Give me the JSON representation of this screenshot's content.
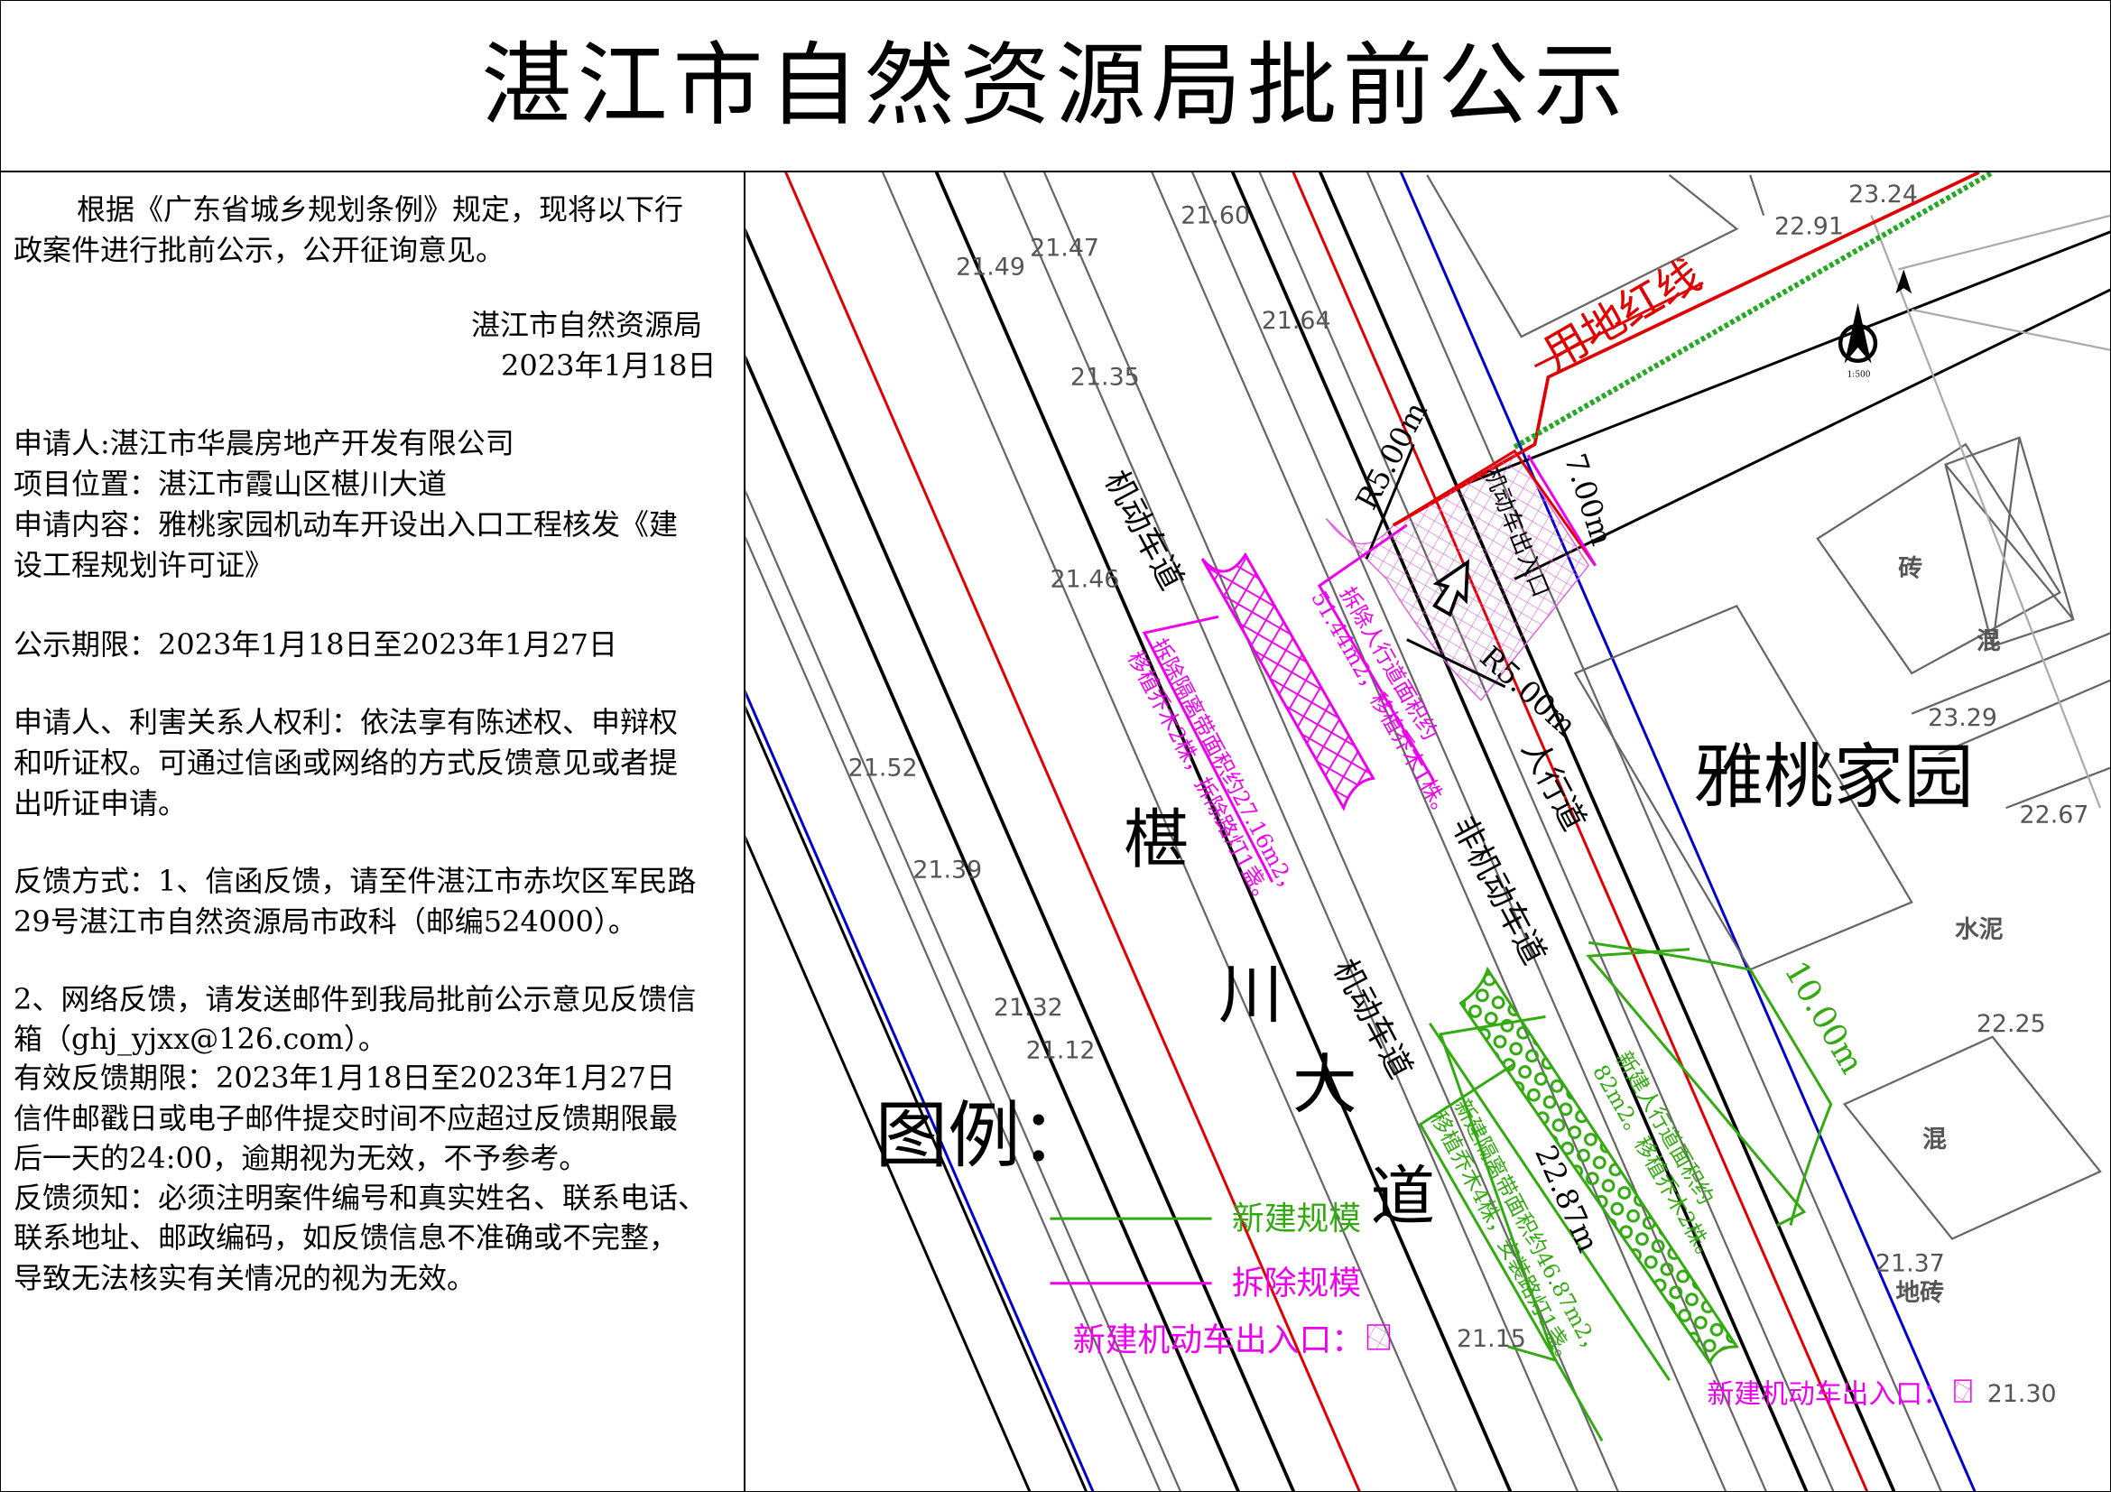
{
  "title": "湛江市自然资源局批前公示",
  "notice": {
    "lines": [
      "根据《广东省城乡规划条例》规定，现将以下行",
      "政案件进行批前公示，公开征询意见。",
      "湛江市自然资源局",
      "2023年1月18日",
      "申请人:湛江市华晨房地产开发有限公司",
      "项目位置：湛江市霞山区椹川大道",
      "申请内容：雅桃家园机动车开设出入口工程核发《建",
      "设工程规划许可证》",
      "公示期限：2023年1月18日至2023年1月27日",
      "申请人、利害关系人权利：依法享有陈述权、申辩权",
      "和听证权。可通过信函或网络的方式反馈意见或者提",
      "出听证申请。",
      "反馈方式：1、信函反馈，请至件湛江市赤坎区军民路",
      "29号湛江市自然资源局市政科（邮编524000）。",
      "2、网络反馈，请发送邮件到我局批前公示意见反馈信",
      "箱（ghj_yjxx@126.com）。",
      "有效反馈期限：2023年1月18日至2023年1月27日",
      "信件邮戳日或电子邮件提交时间不应超过反馈期限最",
      "后一天的24:00，逾期视为无效，不予参考。",
      "反馈须知：必须注明案件编号和真实姓名、联系电话、",
      "联系地址、邮政编码，如反馈信息不准确或不完整，",
      "导致无法核实有关情况的视为无效。"
    ]
  },
  "map": {
    "road_name": [
      "椹",
      "川",
      "大",
      "道"
    ],
    "lane_motor": "机动车道",
    "lane_nonmotor": "非机动车道",
    "sidewalk": "人行道",
    "entrance_label": "机动车出入口",
    "estate": "雅桃家园",
    "land_red_line": "用地红线",
    "radius_1": "R5.00m",
    "radius_2": "R5.00m",
    "width_entrance": "7.00m",
    "width_green": "10.00m",
    "length_median": "22.87m",
    "demolish_sidewalk": [
      "拆除人行道面积约",
      "51.44m2，移植乔木1株。"
    ],
    "demolish_median": [
      "拆除隔离带面积约27.16m2，",
      "移植乔木2株，拆除路灯1盏。"
    ],
    "new_median": [
      "新建隔离带面积约46.87m2，",
      "移植乔木4株，安装路灯1盏。"
    ],
    "new_sidewalk": [
      "新建人行道面积约",
      "82m2。移植乔木2株。"
    ],
    "new_entrance_note": "新建机动车出入口：",
    "elevations": [
      "21.60",
      "21.47",
      "21.49",
      "21.64",
      "21.35",
      "21.46",
      "21.52",
      "21.39",
      "21.32",
      "21.12",
      "21.15",
      "23.24",
      "22.91",
      "23.29",
      "22.67",
      "22.25",
      "21.37",
      "21.30"
    ],
    "materials": [
      "砖",
      "混",
      "水泥",
      "混",
      "地砖"
    ],
    "north_scale": "1:500",
    "colors": {
      "red_line": "#e00000",
      "new": "#33aa11",
      "demolish": "#ee00ee",
      "existing": "#666666",
      "water": "#0000cc"
    }
  },
  "legend": {
    "title": "图例：",
    "items": [
      {
        "label": "新建规模",
        "color": "#33aa11"
      },
      {
        "label": "拆除规模",
        "color": "#ee00ee"
      },
      {
        "label": "新建机动车出入口：",
        "color": "#ee00ee"
      }
    ]
  }
}
